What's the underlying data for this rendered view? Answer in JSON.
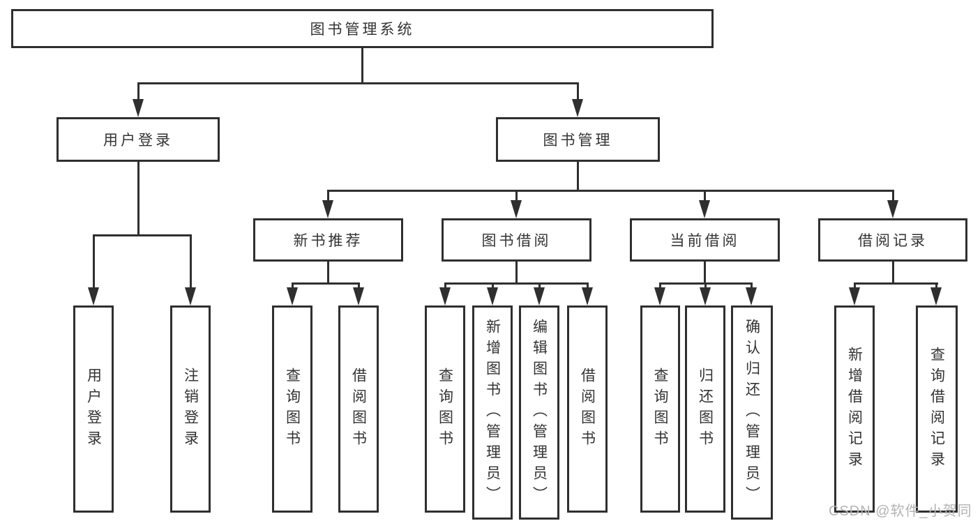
{
  "tree": {
    "label": "图书管理系统",
    "children": [
      {
        "label": "用户登录",
        "children": [
          {
            "label": "用户登录"
          },
          {
            "label": "注销登录"
          }
        ]
      },
      {
        "label": "图书管理",
        "children": [
          {
            "label": "新书推荐",
            "children": [
              {
                "label": "查询图书"
              },
              {
                "label": "借阅图书"
              }
            ]
          },
          {
            "label": "图书借阅",
            "children": [
              {
                "label": "查询图书"
              },
              {
                "label": "新增图书（管理员）"
              },
              {
                "label": "编辑图书（管理员）"
              },
              {
                "label": "借阅图书"
              }
            ]
          },
          {
            "label": "当前借阅",
            "children": [
              {
                "label": "查询图书"
              },
              {
                "label": "归还图书"
              },
              {
                "label": "确认归还（管理员）"
              }
            ]
          },
          {
            "label": "借阅记录",
            "children": [
              {
                "label": "新增借阅记录"
              },
              {
                "label": "查询借阅记录"
              }
            ]
          }
        ]
      }
    ]
  },
  "watermark": {
    "text": "CSDN @软件_小贺同学"
  },
  "colors": {
    "line": "#2f2f2f",
    "text": "#333333",
    "watermark": "#b3b3b3",
    "background": "#ffffff"
  }
}
